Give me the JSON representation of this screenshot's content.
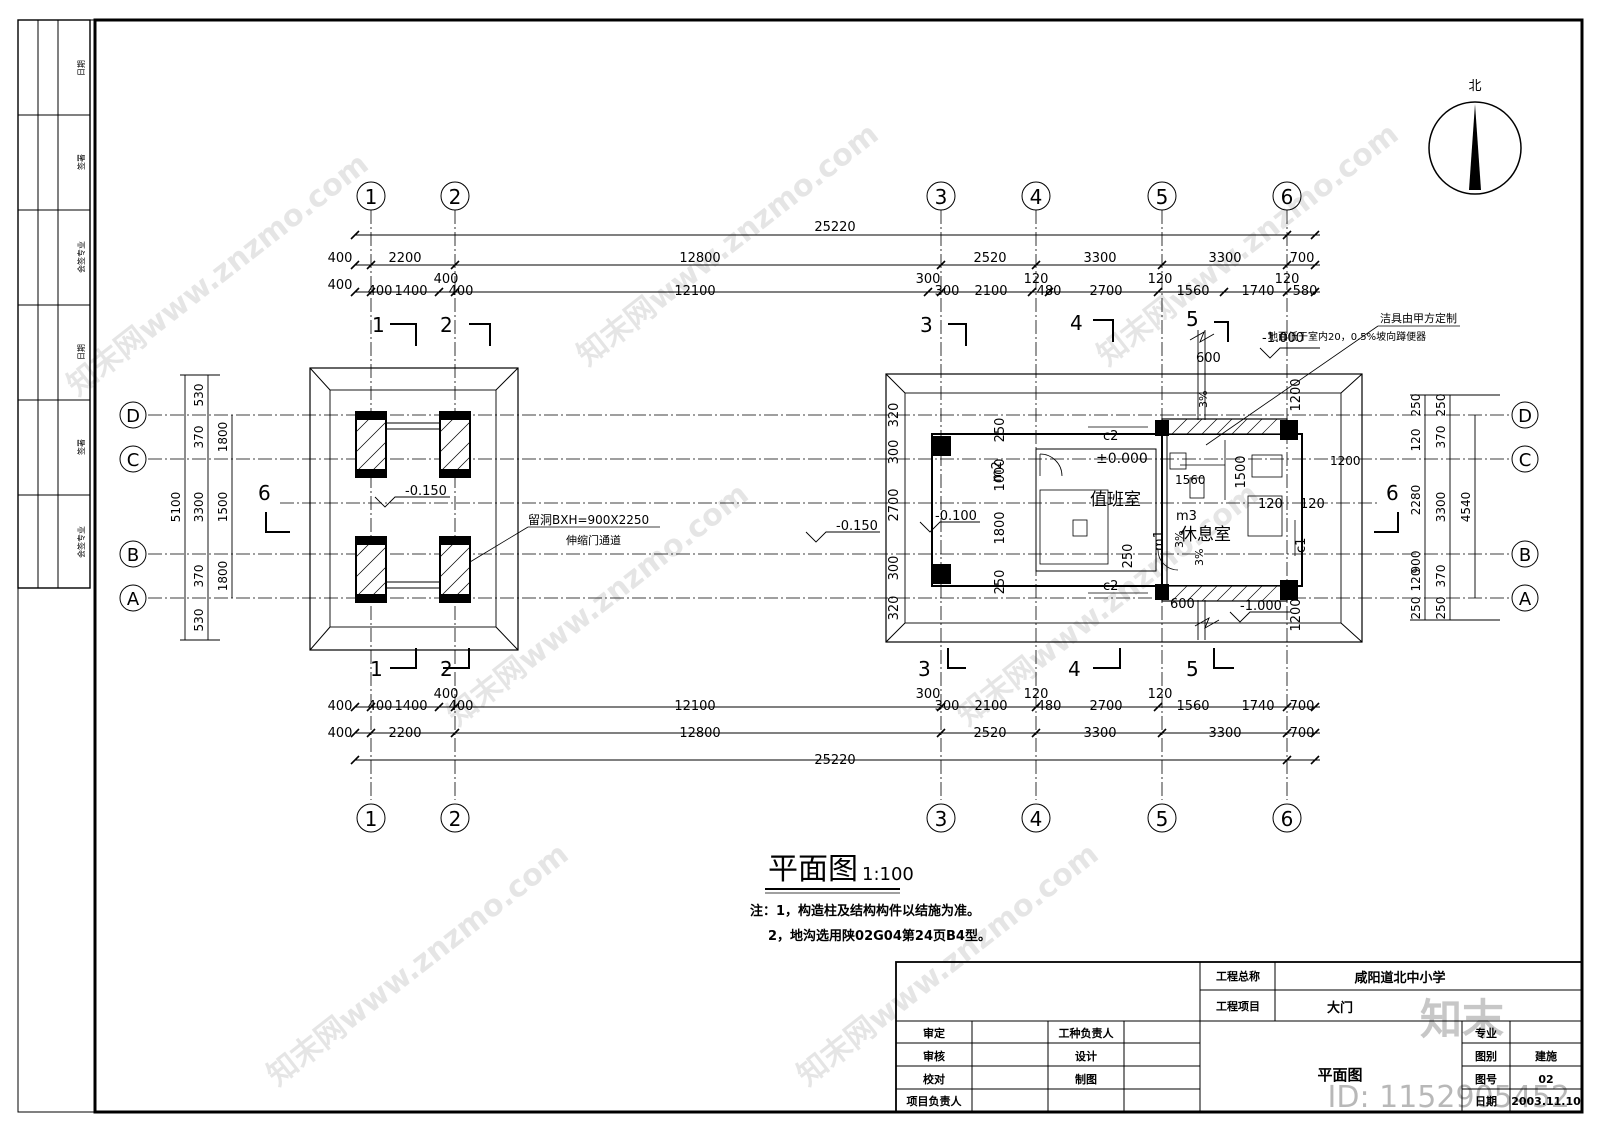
{
  "drawing": {
    "title": "平面图",
    "scale": "1:100",
    "notes": [
      "注：1，构造柱及结构构件以结施为准。",
      "2，地沟选用陕02G04第24页B4型。"
    ],
    "north_label": "北"
  },
  "axes": {
    "columns": [
      "1",
      "2",
      "3",
      "4",
      "5",
      "6"
    ],
    "rows": [
      "D",
      "C",
      "B",
      "A"
    ]
  },
  "dims": {
    "overall": "25220",
    "row1": [
      "400",
      "2200",
      "12800",
      "2520",
      "3300",
      "3300",
      "700"
    ],
    "row2": [
      "400",
      "400",
      "1400",
      "400",
      "12100",
      "300",
      "300",
      "2100",
      "120",
      "480",
      "2700",
      "120",
      "1560",
      "1740",
      "120",
      "580"
    ],
    "bottom_row1": [
      "400",
      "400",
      "1400",
      "400",
      "12100",
      "300",
      "300",
      "2100",
      "120",
      "480",
      "2700",
      "120",
      "1560",
      "1740",
      "700"
    ],
    "bottom_row2": [
      "400",
      "2200",
      "12800",
      "2520",
      "3300",
      "3300",
      "700"
    ],
    "left": [
      "530",
      "370",
      "1800",
      "1500",
      "3300",
      "1800",
      "370",
      "530",
      "5100"
    ],
    "right": [
      "250",
      "120",
      "370",
      "2280",
      "900",
      "120",
      "370",
      "250",
      "250",
      "3300",
      "4540",
      "1200"
    ],
    "interior": [
      "-0.150",
      "-0.150",
      "-0.100",
      "±0.000",
      "-1.000",
      "-1.000",
      "1000",
      "1800",
      "2700",
      "250",
      "250",
      "300",
      "300",
      "320",
      "320",
      "600",
      "600",
      "1200",
      "1200",
      "1500",
      "1560",
      "120",
      "120",
      "250",
      "3%",
      "3%",
      "3%"
    ]
  },
  "labels": {
    "window_note": "留洞BXH=900X2250",
    "gate_note": "伸缩门通道",
    "sanitary_note": "洁具由甲方定制",
    "floor_note": "地面低于室内20，0.5%坡向蹲便器",
    "room1": "值班室",
    "room2": "休息室",
    "m1": "m1",
    "m2": "m2",
    "m3": "m3",
    "c1": "c1",
    "c2": "c2",
    "section_marks": [
      "1",
      "2",
      "3",
      "4",
      "5",
      "6"
    ]
  },
  "left_strip": [
    "日期",
    "签署",
    "会签专业",
    "日期",
    "签署",
    "会签专业"
  ],
  "title_block": {
    "project_name_label": "工程总称",
    "project_name": "咸阳道北中小学",
    "project_item_label": "工程项目",
    "project_item": "大门",
    "sheet_title": "平面图",
    "roles": [
      "审定",
      "审核",
      "校对",
      "项目负责人"
    ],
    "roles2": [
      "工种负责人",
      "设计",
      "制图"
    ],
    "right_labels": [
      "专业",
      "图别",
      "图号",
      "日期"
    ],
    "right_values": [
      "建施",
      "02",
      "2003.11.10"
    ]
  },
  "watermarks": {
    "site": "知末网www.znzmo.com",
    "logo": "知末",
    "id": "ID: 1152905452"
  }
}
